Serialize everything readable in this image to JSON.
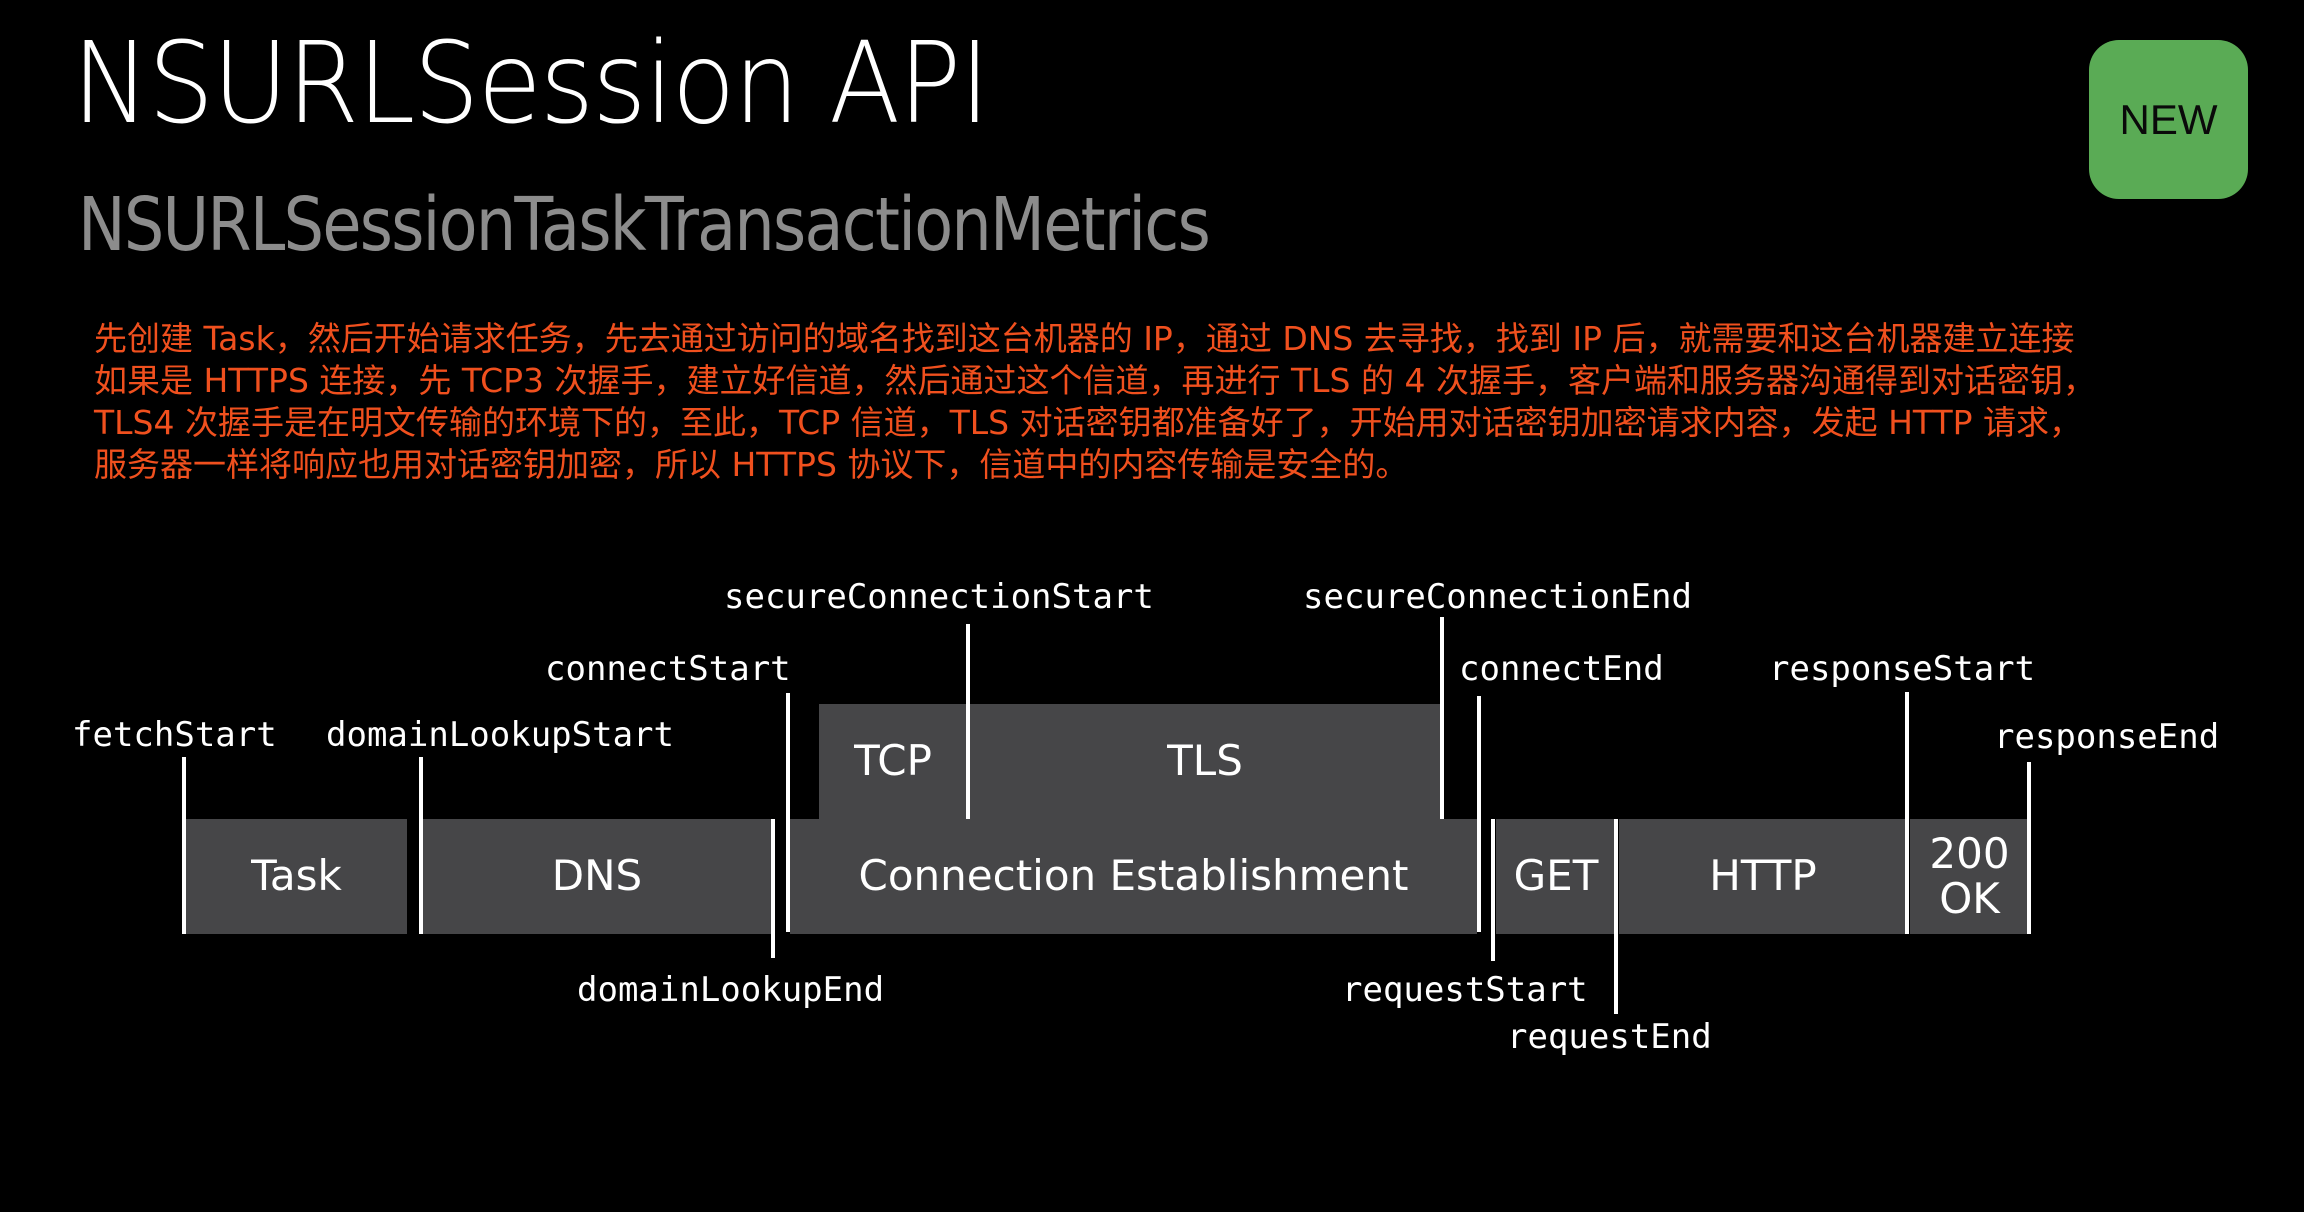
{
  "header": {
    "title": "NSURLSession API",
    "subtitle": "NSURLSessionTaskTransactionMetrics",
    "badge": "NEW",
    "badge_color": "#5aab55"
  },
  "notes": {
    "color": "#f0501e",
    "lines": [
      "先创建 Task，然后开始请求任务，先去通过访问的域名找到这台机器的 IP，通过 DNS 去寻找，找到 IP 后，就需要和这台机器建立连接",
      "如果是 HTTPS 连接，先 TCP3 次握手，建立好信道，然后通过这个信道，再进行 TLS 的 4 次握手，客户端和服务器沟通得到对话密钥，",
      "TLS4 次握手是在明文传输的环境下的，至此，TCP 信道，TLS 对话密钥都准备好了，开始用对话密钥加密请求内容，发起 HTTP 请求，",
      "服务器一样将响应也用对话密钥加密，所以 HTTPS 协议下，信道中的内容传输是安全的。"
    ]
  },
  "diagram": {
    "blocks": [
      {
        "id": "task",
        "label": "Task"
      },
      {
        "id": "dns",
        "label": "DNS"
      },
      {
        "id": "connection",
        "label": "Connection Establishment"
      },
      {
        "id": "tcp",
        "label": "TCP"
      },
      {
        "id": "tls",
        "label": "TLS"
      },
      {
        "id": "get",
        "label": "GET"
      },
      {
        "id": "http",
        "label": "HTTP"
      },
      {
        "id": "ok",
        "label": "200\nOK"
      }
    ],
    "markers": [
      {
        "id": "fetchStart",
        "label": "fetchStart"
      },
      {
        "id": "domainLookupStart",
        "label": "domainLookupStart"
      },
      {
        "id": "domainLookupEnd",
        "label": "domainLookupEnd"
      },
      {
        "id": "connectStart",
        "label": "connectStart"
      },
      {
        "id": "secureConnectionStart",
        "label": "secureConnectionStart"
      },
      {
        "id": "secureConnectionEnd",
        "label": "secureConnectionEnd"
      },
      {
        "id": "connectEnd",
        "label": "connectEnd"
      },
      {
        "id": "requestStart",
        "label": "requestStart"
      },
      {
        "id": "requestEnd",
        "label": "requestEnd"
      },
      {
        "id": "responseStart",
        "label": "responseStart"
      },
      {
        "id": "responseEnd",
        "label": "responseEnd"
      }
    ]
  }
}
